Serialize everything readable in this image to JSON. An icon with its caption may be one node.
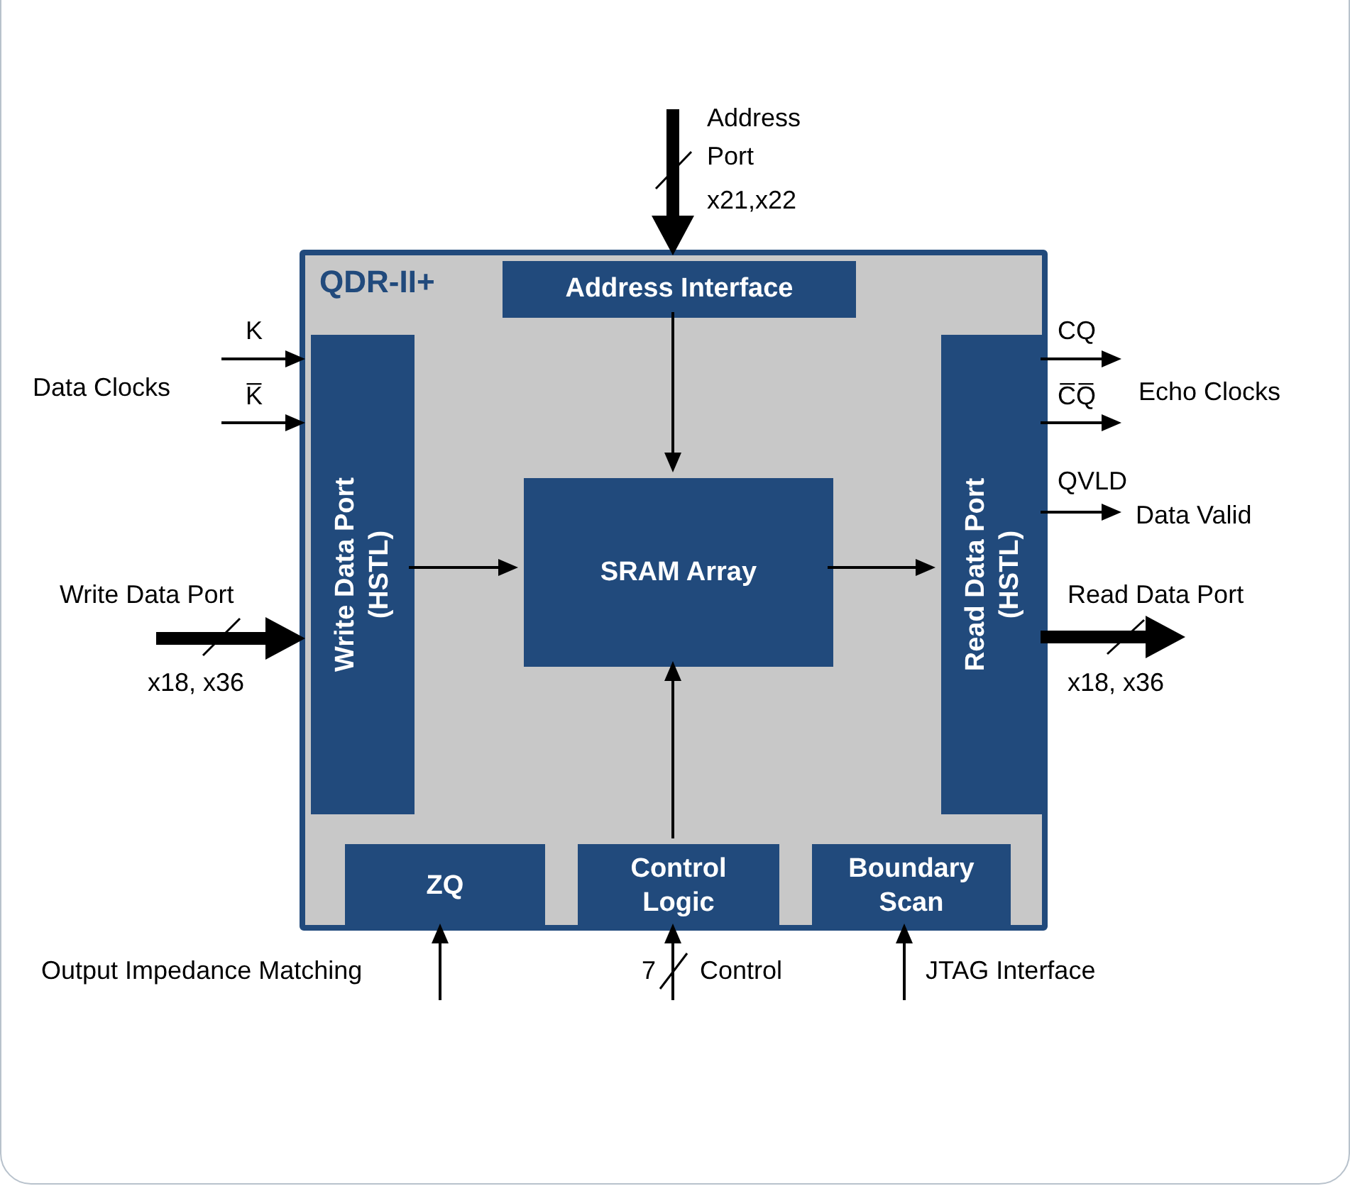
{
  "diagram": {
    "nodes": [
      {
        "text": [
          "QDR-II+"
        ]
      },
      {
        "text": [
          "Address Interface"
        ],
        "in": 0
      },
      {
        "text": [
          "Write Data Port (HSTL)"
        ],
        "in": 0
      },
      {
        "text": [
          "SRAM Array"
        ],
        "in": 0
      },
      {
        "text": [
          "Read Data Port (HSTL)"
        ],
        "in": 0
      },
      {
        "text": [
          "ZQ"
        ],
        "in": 0
      },
      {
        "text": [
          "Control Logic"
        ],
        "in": 0
      },
      {
        "text": [
          "Boundary Scan"
        ],
        "in": 0
      }
    ],
    "edges": [
      {
        "from": null,
        "to": 1,
        "arrow": "to",
        "label": "Address Port",
        "style": "thick"
      },
      {
        "from": 1,
        "to": 3,
        "arrow": "to"
      },
      {
        "from": null,
        "to": 2,
        "arrow": "to",
        "label": "K"
      },
      {
        "from": null,
        "to": 2,
        "arrow": "to",
        "label": "K̅"
      },
      {
        "from": 2,
        "to": 3,
        "arrow": "to"
      },
      {
        "from": 3,
        "to": 4,
        "arrow": "to"
      },
      {
        "from": 4,
        "to": null,
        "arrow": "to",
        "label": "CQ"
      },
      {
        "from": 4,
        "to": null,
        "arrow": "to",
        "label": "C̅Q̅"
      },
      {
        "from": 4,
        "to": null,
        "arrow": "to",
        "label": "QVLD"
      },
      {
        "from": null,
        "to": 2,
        "arrow": "to",
        "label": "Write Data Port",
        "style": "thick"
      },
      {
        "from": 4,
        "to": null,
        "arrow": "to",
        "label": "Read Data Port",
        "style": "thick"
      },
      {
        "from": null,
        "to": 5,
        "arrow": "to",
        "label": "Output Impedance Matching"
      },
      {
        "from": null,
        "to": 6,
        "arrow": "to",
        "label": "Control"
      },
      {
        "from": 6,
        "to": 3,
        "arrow": "to"
      },
      {
        "from": null,
        "to": 7,
        "arrow": "to",
        "label": "JTAG Interface"
      }
    ],
    "labels": [
      "x21,x22",
      "Data Clocks",
      "Echo Clocks",
      "Data Valid",
      "x18, x36",
      "x18, x36",
      "7"
    ]
  }
}
